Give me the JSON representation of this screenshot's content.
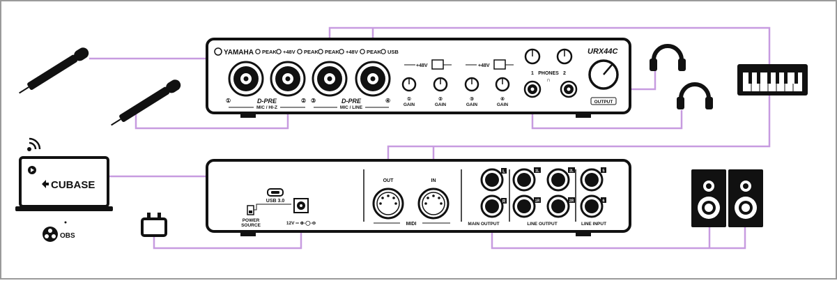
{
  "colors": {
    "cable": "#c79be0",
    "ink": "#111111",
    "frame": "#9a9a9a"
  },
  "front_panel": {
    "brand": "YAMAHA",
    "model": "URX44C",
    "peak_1": "PEAK",
    "phantom_12": "+48V",
    "peak_2": "PEAK",
    "peak_3": "PEAK",
    "phantom_34": "+48V",
    "peak_4": "PEAK",
    "usb": "USB",
    "input_1": "①",
    "input_2": "②",
    "input_3": "③",
    "input_4": "④",
    "dpre_1": "D-PRE",
    "dpre_sub_1": "MIC / HI-Z",
    "dpre_2": "D-PRE",
    "dpre_sub_2": "MIC / LINE",
    "switch_12": "+48V",
    "switch_34": "+48V",
    "gain_labels": [
      "GAIN",
      "GAIN",
      "GAIN",
      "GAIN"
    ],
    "gain_numbers": [
      "①",
      "②",
      "③",
      "④"
    ],
    "phones_label": "PHONES",
    "phones_1": "1",
    "phones_2": "2",
    "headphone_symbol": "∩",
    "output_label": "OUTPUT"
  },
  "rear_panel": {
    "usb_label": "USB 3.0",
    "power_source_label_1": "POWER",
    "power_source_label_2": "SOURCE",
    "dc_label": "12V ═ ⊕-◯-⊖",
    "midi_out": "OUT",
    "midi_in": "IN",
    "midi_label": "MIDI",
    "main_output_label": "MAIN OUTPUT",
    "line_output_label": "LINE OUTPUT",
    "line_input_label": "LINE INPUT",
    "main_l": "L",
    "main_r": "R",
    "line_out_tags": [
      "1L",
      "2L",
      "1R",
      "2R"
    ],
    "line_in_tags": [
      "5",
      "6"
    ]
  },
  "peripherals": {
    "daw_logo": "CUBASE",
    "streaming_logo": "OBS"
  }
}
